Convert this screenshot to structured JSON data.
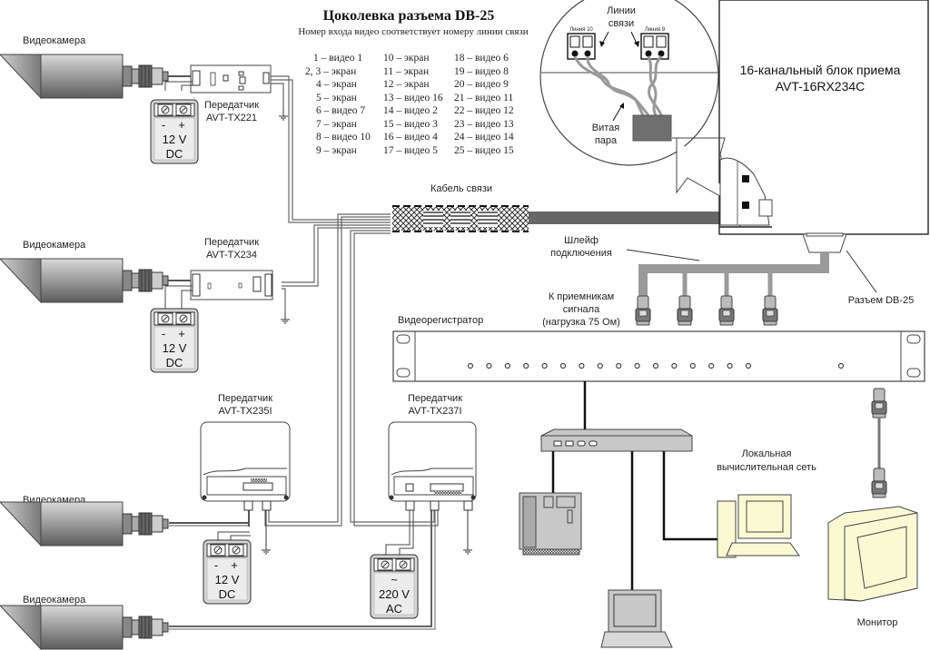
{
  "title": "Цоколевка разъема DB-25",
  "subtitle": "Номер входа видео соответствует номеру линии связи",
  "pinout": {
    "col1": [
      "1 – видео 1",
      "2, 3 – экран",
      "4 – экран",
      "5 – экран",
      "6 – видео 7",
      "7 – экран",
      "8 – видео 10",
      "9 – экран"
    ],
    "col2": [
      "10 – экран",
      "11 – экран",
      "12 – экран",
      "13 – видео 16",
      "14 – видео 2",
      "15 – видео 3",
      "16 – видео 4",
      "17 – видео 5"
    ],
    "col3": [
      "18 – видео 6",
      "19 – видео 8",
      "20 – видео 9",
      "21 – видео 11",
      "22 – видео 12",
      "23 – видео 13",
      "24 – видео 14",
      "25 – видео 15"
    ]
  },
  "cameras": [
    {
      "label": "Видеокамера"
    },
    {
      "label": "Видеокамера"
    },
    {
      "label": "Видеокамера"
    },
    {
      "label": "Видеокамера"
    }
  ],
  "transmitters": [
    {
      "line1": "Передатчик",
      "line2": "AVT-TX221"
    },
    {
      "line1": "Передатчик",
      "line2": "AVT-TX234"
    },
    {
      "line1": "Передатчик",
      "line2": "AVT-TX235I"
    },
    {
      "line1": "Передатчик",
      "line2": "AVT-TX237I"
    }
  ],
  "power_supplies": [
    {
      "minus": "-",
      "plus": "+",
      "voltage": "12 V",
      "type": "DC"
    },
    {
      "minus": "-",
      "plus": "+",
      "voltage": "12 V",
      "type": "DC"
    },
    {
      "minus": "-",
      "plus": "+",
      "voltage": "12 V",
      "type": "DC"
    },
    {
      "symbol": "~",
      "voltage": "220 V",
      "type": "AC"
    }
  ],
  "detail_circle": {
    "lines_label1": "Линии",
    "lines_label2": "связи",
    "left_terminal": "Линия 10",
    "right_terminal": "Линия 9",
    "twisted1": "Витая",
    "twisted2": "пара"
  },
  "receiver": {
    "line1": "16-канальный блок приема",
    "line2": "AVT-16RX234C"
  },
  "cable_label": "Кабель связи",
  "harness_label1": "Шлейф",
  "harness_label2": "подключения",
  "db25_label": "Разъем DB-25",
  "receivers_label": {
    "line1": "К приемникам",
    "line2": "сигнала",
    "line3": "(нагрузка 75 Ом)"
  },
  "dvr_label": "Видеорегистратор",
  "lan_label1": "Локальная",
  "lan_label2": "вычислительная сеть",
  "monitor_label": "Монитор",
  "colors": {
    "cable": "#666666",
    "harness": "#9a9a9a",
    "monitor": "#fafad2",
    "device": "#c8c8c8",
    "wire": "#555555"
  }
}
